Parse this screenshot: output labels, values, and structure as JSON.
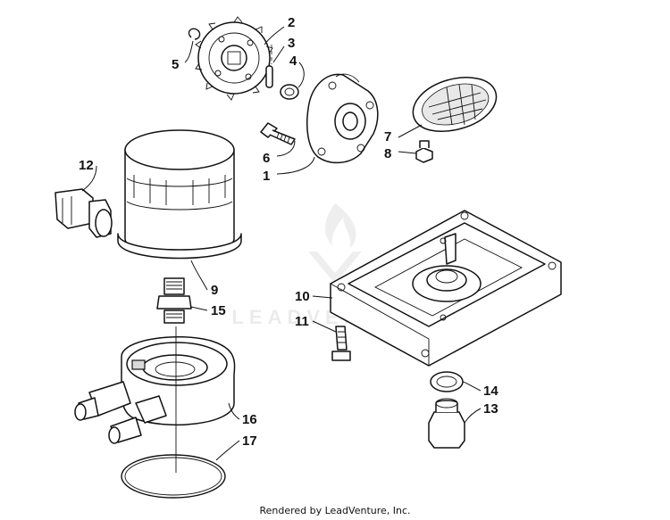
{
  "diagram": {
    "callouts": [
      "1",
      "2",
      "3",
      "4",
      "5",
      "6",
      "7",
      "8",
      "9",
      "10",
      "11",
      "12",
      "13",
      "14",
      "15",
      "16",
      "17"
    ]
  },
  "watermark": {
    "text": "LEADVENTURE"
  },
  "footer": {
    "text": "Rendered by LeadVenture, Inc."
  }
}
